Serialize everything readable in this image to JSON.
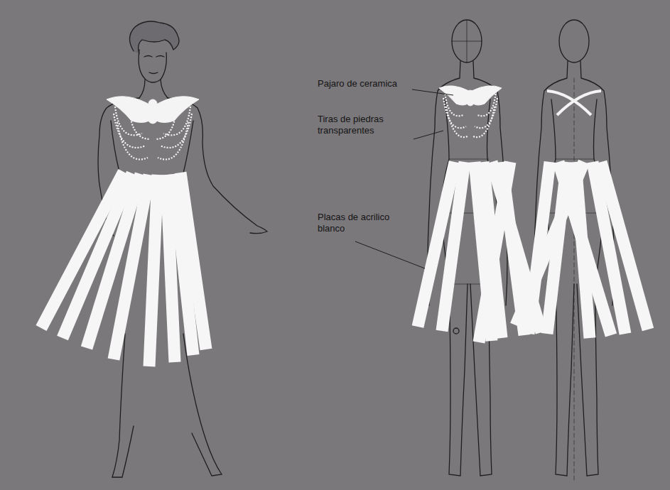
{
  "diagram": {
    "labels": [
      "Pajaro de ceramica",
      "Tiras de piedras transparentes",
      "Placas de acrilico blanco"
    ]
  }
}
